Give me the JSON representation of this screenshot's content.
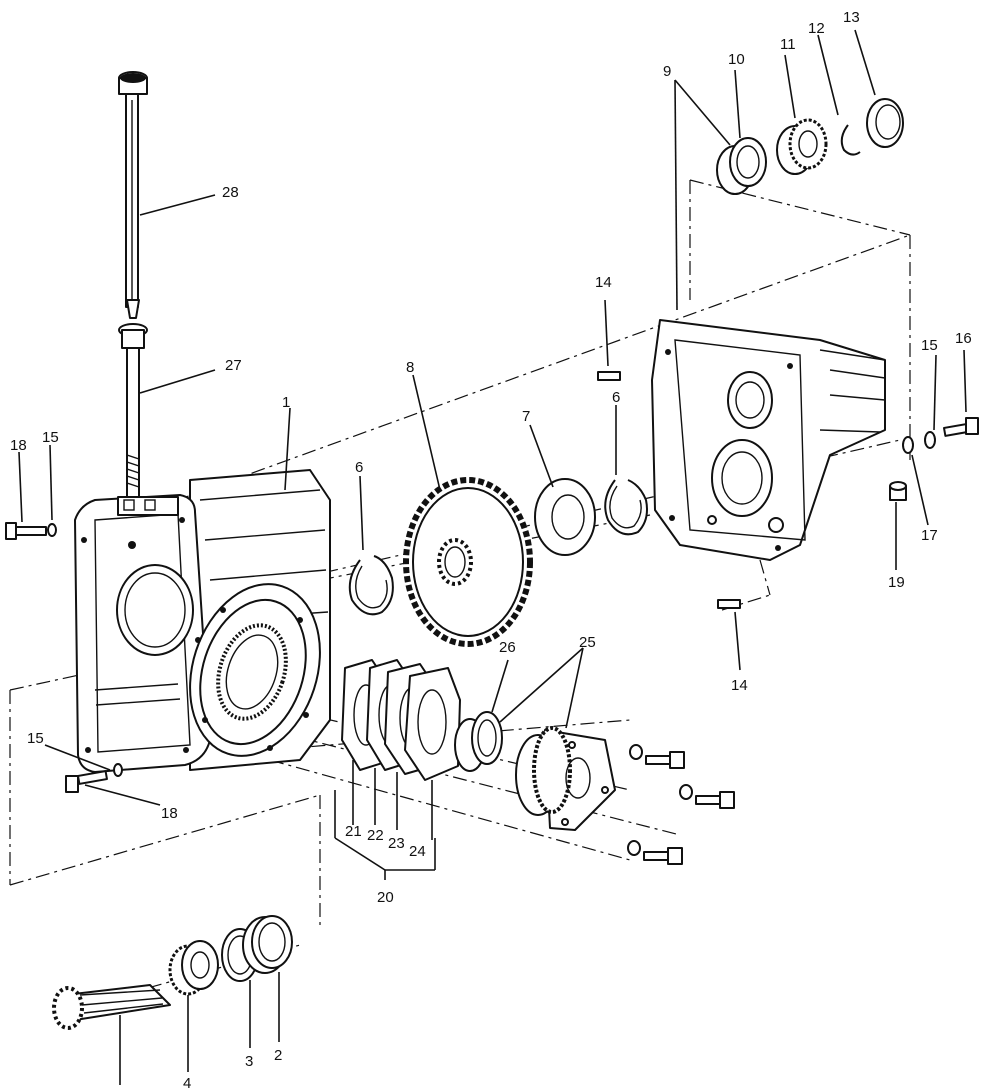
{
  "callouts": [
    {
      "id": "c1",
      "label": "1"
    },
    {
      "id": "c2",
      "label": "2"
    },
    {
      "id": "c3",
      "label": "3"
    },
    {
      "id": "c4",
      "label": "4"
    },
    {
      "id": "c6a",
      "label": "6"
    },
    {
      "id": "c6b",
      "label": "6"
    },
    {
      "id": "c7",
      "label": "7"
    },
    {
      "id": "c8",
      "label": "8"
    },
    {
      "id": "c9",
      "label": "9"
    },
    {
      "id": "c10",
      "label": "10"
    },
    {
      "id": "c11",
      "label": "11"
    },
    {
      "id": "c12",
      "label": "12"
    },
    {
      "id": "c13",
      "label": "13"
    },
    {
      "id": "c14a",
      "label": "14"
    },
    {
      "id": "c14b",
      "label": "14"
    },
    {
      "id": "c15a",
      "label": "15"
    },
    {
      "id": "c15b",
      "label": "15"
    },
    {
      "id": "c15c",
      "label": "15"
    },
    {
      "id": "c16",
      "label": "16"
    },
    {
      "id": "c17",
      "label": "17"
    },
    {
      "id": "c18a",
      "label": "18"
    },
    {
      "id": "c18b",
      "label": "18"
    },
    {
      "id": "c19",
      "label": "19"
    },
    {
      "id": "c20",
      "label": "20"
    },
    {
      "id": "c21",
      "label": "21"
    },
    {
      "id": "c22",
      "label": "22"
    },
    {
      "id": "c23",
      "label": "23"
    },
    {
      "id": "c24",
      "label": "24"
    },
    {
      "id": "c25",
      "label": "25"
    },
    {
      "id": "c26",
      "label": "26"
    },
    {
      "id": "c27",
      "label": "27"
    },
    {
      "id": "c28",
      "label": "28"
    }
  ]
}
